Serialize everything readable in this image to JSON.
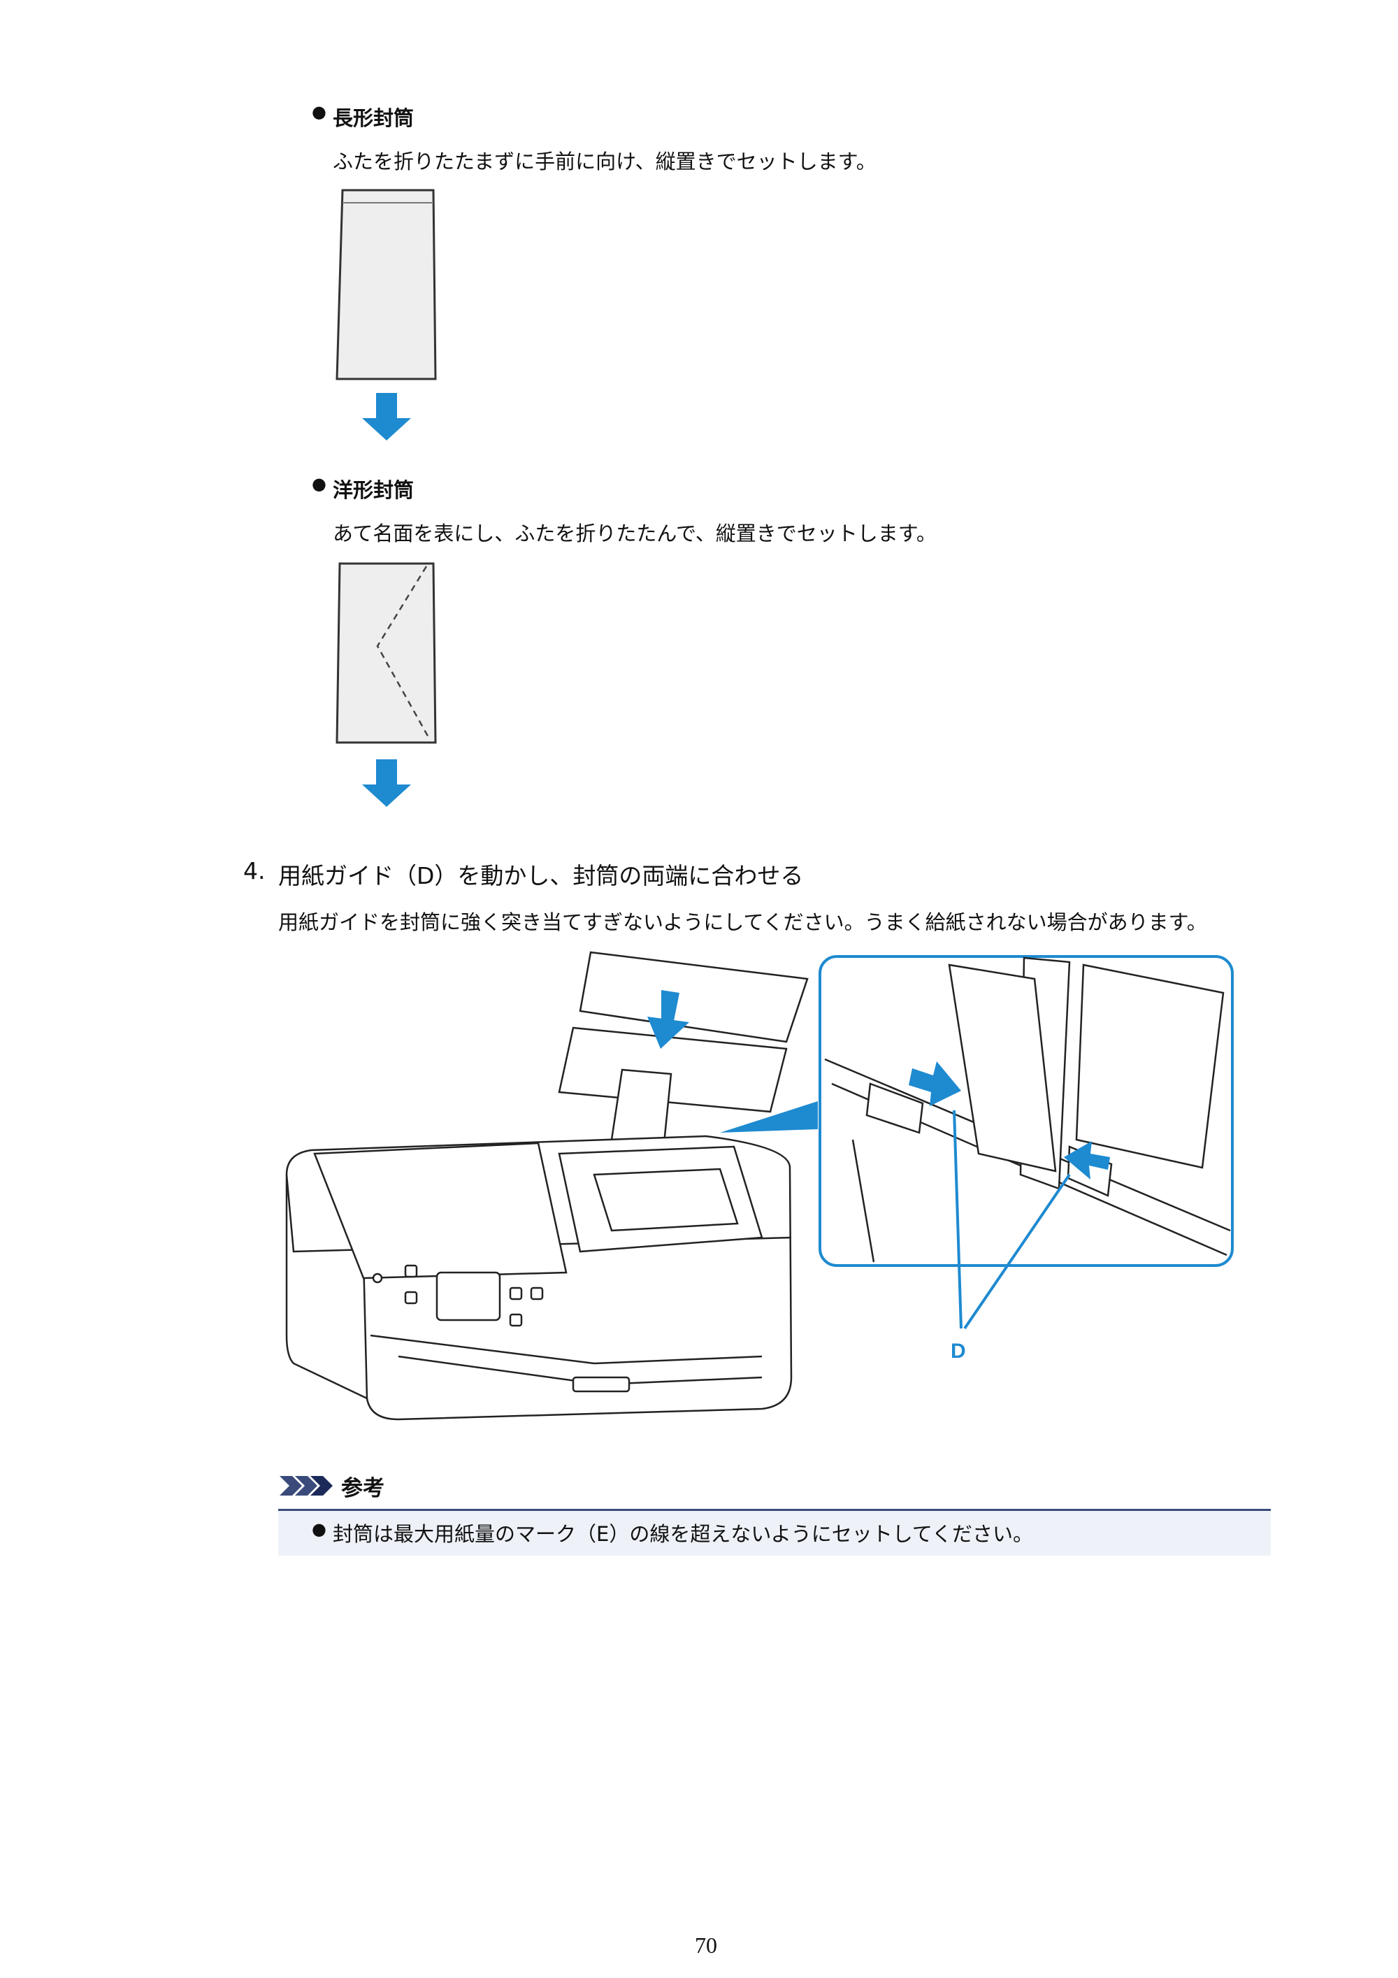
{
  "sections": {
    "long_envelope": {
      "title": "長形封筒",
      "text": "ふたを折りたたまずに手前に向け、縦置きでセットします。"
    },
    "western_envelope": {
      "title": "洋形封筒",
      "text": "あて名面を表にし、ふたを折りたたんで、縦置きでセットします。"
    }
  },
  "step": {
    "number": "4.",
    "title": "用紙ガイド（D）を動かし、封筒の両端に合わせる",
    "text": "用紙ガイドを封筒に強く突き当てすぎないようにしてください。うまく給紙されない場合があります。"
  },
  "figure": {
    "callout_label": "D",
    "accent_color": "#1e8ad0"
  },
  "note": {
    "heading": "参考",
    "items": [
      "封筒は最大用紙量のマーク（E）の線を超えないようにセットしてください。"
    ]
  },
  "footer": {
    "page_number": "70"
  }
}
